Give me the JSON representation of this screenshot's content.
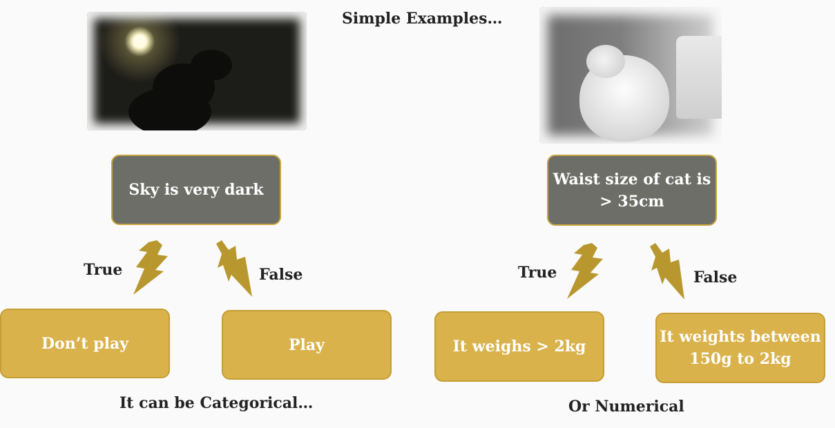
{
  "title": "Simple Examples…",
  "left": {
    "decision": "Sky is very dark",
    "true_label": "True",
    "false_label": "False",
    "true_leaf": "Don’t play",
    "false_leaf": "Play",
    "caption": "It can be Categorical…"
  },
  "right": {
    "decision_line1": "Waist size of cat is",
    "decision_line2": "> 35cm",
    "true_label": "True",
    "false_label": "False",
    "true_leaf": "It weighs > 2kg",
    "false_leaf_line1": "It weights between",
    "false_leaf_line2": "150g to 2kg",
    "caption": "Or Numerical"
  },
  "colors": {
    "decision_fill": "#6e6e68",
    "leaf_fill": "#d9b24b",
    "arrow": "#b8982e"
  }
}
